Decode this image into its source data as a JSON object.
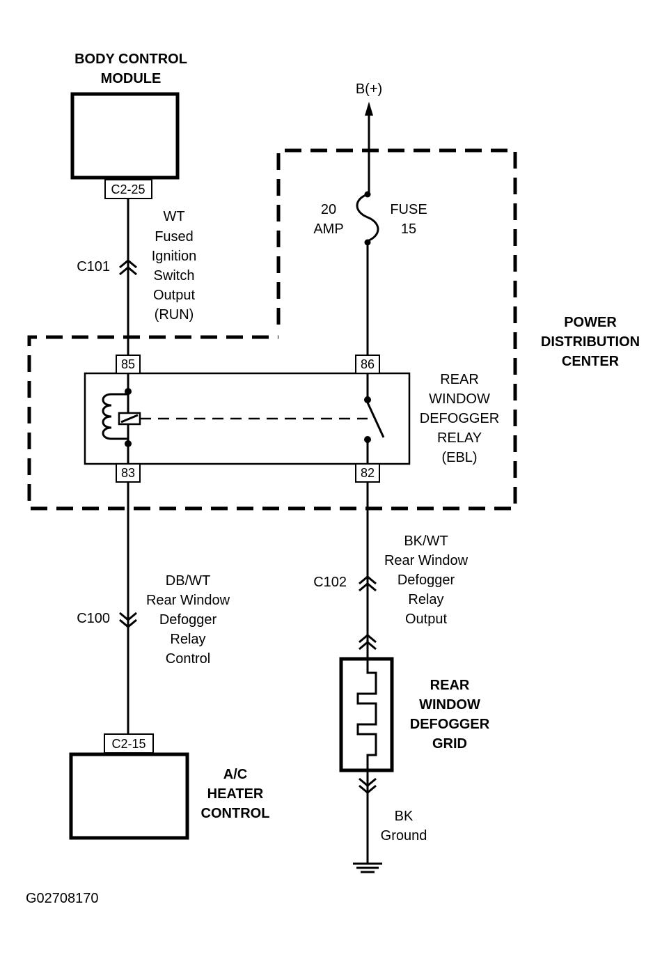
{
  "modules": {
    "bcm": [
      "BODY CONTROL",
      "MODULE"
    ],
    "pdc": [
      "POWER",
      "DISTRIBUTION",
      "CENTER"
    ],
    "relay": [
      "REAR",
      "WINDOW",
      "DEFOGGER",
      "RELAY",
      "(EBL)"
    ],
    "grid": [
      "REAR",
      "WINDOW",
      "DEFOGGER",
      "GRID"
    ],
    "ac": [
      "A/C",
      "HEATER",
      "CONTROL"
    ]
  },
  "pins": {
    "bcm_connector": "C2-25",
    "ac_connector": "C2-15",
    "relay_85": "85",
    "relay_86": "86",
    "relay_83": "83",
    "relay_82": "82"
  },
  "power": {
    "source": "B(+)",
    "fuse_rating": [
      "20",
      "AMP"
    ],
    "fuse_name": [
      "FUSE",
      "15"
    ]
  },
  "connectors": {
    "c101": "C101",
    "c100": "C100",
    "c102": "C102"
  },
  "wires": {
    "ignition": [
      "WT",
      "Fused",
      "Ignition",
      "Switch",
      "Output",
      "(RUN)"
    ],
    "relay_control": [
      "DB/WT",
      "Rear Window",
      "Defogger",
      "Relay",
      "Control"
    ],
    "relay_output": [
      "BK/WT",
      "Rear Window",
      "Defogger",
      "Relay",
      "Output"
    ],
    "ground": [
      "BK",
      "Ground"
    ]
  },
  "figure_id": "G02708170"
}
